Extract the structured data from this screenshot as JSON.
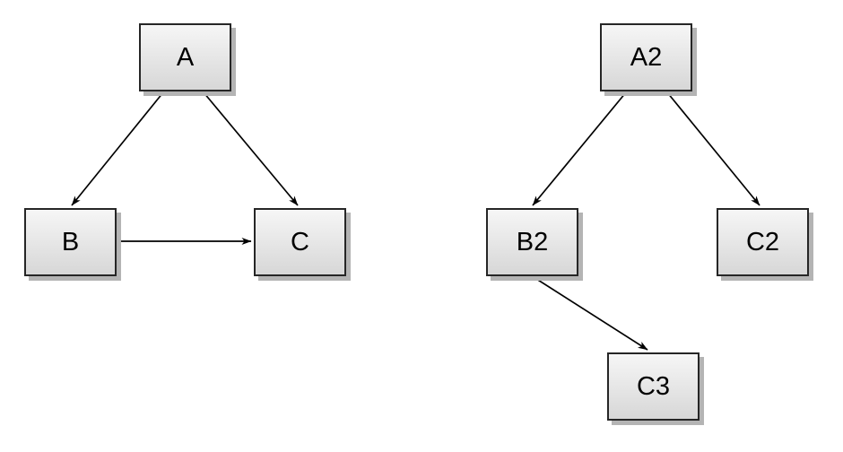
{
  "diagram": {
    "description": "Two directed graphs on a white canvas",
    "graphs": [
      {
        "name": "left-graph",
        "nodes": [
          {
            "id": "A",
            "label": "A"
          },
          {
            "id": "B",
            "label": "B"
          },
          {
            "id": "C",
            "label": "C"
          }
        ],
        "edges": [
          {
            "from": "A",
            "to": "B"
          },
          {
            "from": "A",
            "to": "C"
          },
          {
            "from": "B",
            "to": "C"
          }
        ]
      },
      {
        "name": "right-graph",
        "nodes": [
          {
            "id": "A2",
            "label": "A2"
          },
          {
            "id": "B2",
            "label": "B2"
          },
          {
            "id": "C2",
            "label": "C2"
          },
          {
            "id": "C3",
            "label": "C3"
          }
        ],
        "edges": [
          {
            "from": "A2",
            "to": "B2"
          },
          {
            "from": "A2",
            "to": "C2"
          },
          {
            "from": "B2",
            "to": "C3"
          }
        ]
      }
    ],
    "colors": {
      "background": "#ffffff",
      "node_fill_top": "#f6f6f6",
      "node_fill_bottom": "#d7d7d7",
      "node_border": "#262626",
      "node_shadow": "#b4b4b4",
      "edge": "#000000",
      "text": "#000000"
    }
  }
}
